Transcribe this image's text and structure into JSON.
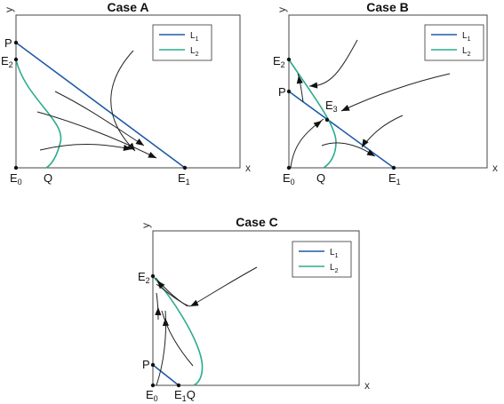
{
  "colors": {
    "L1": "#1f5aa6",
    "L2": "#2bab8e",
    "trajectory": "#222222"
  },
  "legend": [
    {
      "key": "L1",
      "main": "L",
      "sub": "1"
    },
    {
      "key": "L2",
      "main": "L",
      "sub": "2"
    }
  ],
  "axes": {
    "x": "x",
    "y": "y"
  },
  "panels": [
    {
      "id": "A",
      "title": "Case A",
      "labels": {
        "P": {
          "main": "P"
        },
        "E2": {
          "main": "E",
          "sub": "2"
        },
        "E0": {
          "main": "E",
          "sub": "0"
        },
        "Q": {
          "main": "Q"
        },
        "E1": {
          "main": "E",
          "sub": "1"
        }
      }
    },
    {
      "id": "B",
      "title": "Case B",
      "labels": {
        "E2": {
          "main": "E",
          "sub": "2"
        },
        "P": {
          "main": "P"
        },
        "E3": {
          "main": "E",
          "sub": "3"
        },
        "E0": {
          "main": "E",
          "sub": "0"
        },
        "Q": {
          "main": "Q"
        },
        "E1": {
          "main": "E",
          "sub": "1"
        }
      }
    },
    {
      "id": "C",
      "title": "Case C",
      "labels": {
        "E2": {
          "main": "E",
          "sub": "2"
        },
        "P": {
          "main": "P"
        },
        "E0": {
          "main": "E",
          "sub": "0"
        },
        "E1Q": {
          "main": "E",
          "sub": "1",
          "suffix": "Q"
        }
      }
    }
  ]
}
